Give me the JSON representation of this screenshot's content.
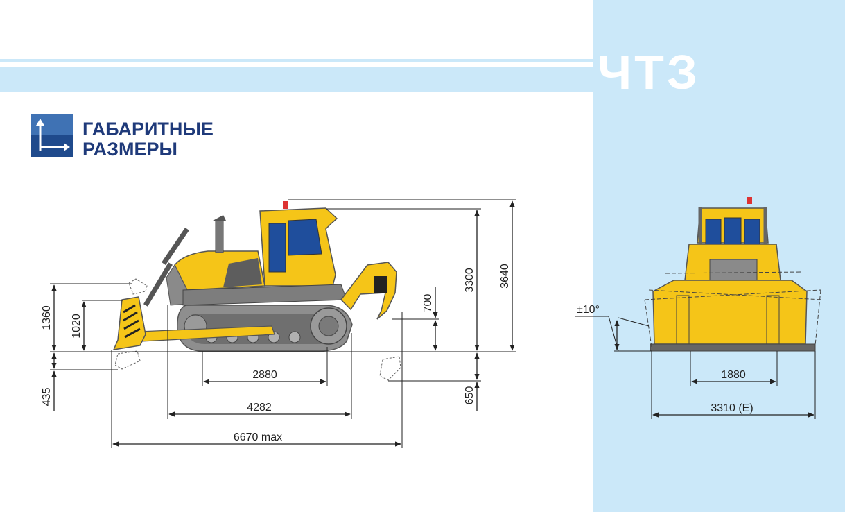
{
  "brand": {
    "logo_text": "ЧТЗ"
  },
  "header": {
    "title_line1": "ГАБАРИТНЫЕ",
    "title_line2": "РАЗМЕРЫ",
    "icon": "dimensions-axes-icon"
  },
  "side_view": {
    "blade_height": "1360",
    "blade_lift": "1020",
    "blade_drop": "435",
    "track_length": "2880",
    "track_base": "4282",
    "overall_length": "6670 max",
    "ripper_lift": "700",
    "ripper_depth": "650",
    "cab_height": "3300",
    "beacon_height": "3640"
  },
  "front_view": {
    "blade_tilt": "±10°",
    "track_gauge": "1880",
    "blade_width": "3310 (E)"
  },
  "colors": {
    "panel_blue": "#cbe8f9",
    "title_blue": "#1f3a7a",
    "machine_yellow": "#f5c518",
    "machine_dark": "#8a8a8a"
  }
}
